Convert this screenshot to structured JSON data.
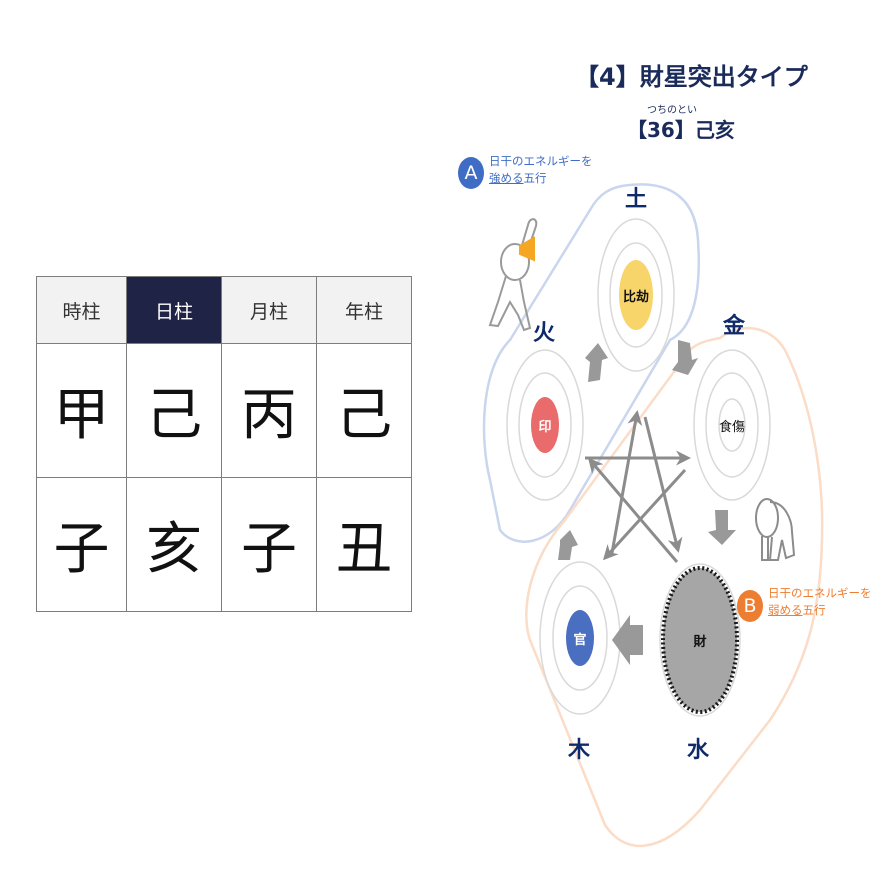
{
  "pillar_table": {
    "headers": [
      {
        "label": "時柱",
        "active": false
      },
      {
        "label": "日柱",
        "active": true
      },
      {
        "label": "月柱",
        "active": false
      },
      {
        "label": "年柱",
        "active": false
      }
    ],
    "stems": [
      "甲",
      "己",
      "丙",
      "己"
    ],
    "branches": [
      "子",
      "亥",
      "子",
      "丑"
    ]
  },
  "diagram": {
    "title": "【4】財星突出タイプ",
    "subtitle_ruby": "つちのとい",
    "subtitle": "【36】己亥",
    "elements": {
      "earth": "土",
      "fire": "火",
      "metal": "金",
      "wood": "木",
      "water": "水"
    },
    "stars": {
      "hikou": {
        "label": "比劫",
        "color": "#f7d56a"
      },
      "in": {
        "label": "印",
        "color": "#e96b6b"
      },
      "shokushou": {
        "label": "食傷",
        "color": "#ffffff"
      },
      "kan": {
        "label": "官",
        "color": "#4a6fc0"
      },
      "zai": {
        "label": "財",
        "color": "#a6a6a6"
      }
    },
    "badge_a": {
      "letter": "A",
      "line1": "日干のエネルギーを",
      "line2_underlined": "強める",
      "line2_rest": "五行",
      "color": "#3f6cc4"
    },
    "badge_b": {
      "letter": "B",
      "line1": "日干のエネルギーを",
      "line2_underlined": "弱める",
      "line2_rest": "五行",
      "color": "#ed7d31"
    },
    "colors": {
      "element_text": "#0e2a6b",
      "blue_loop": "#c9d6ee",
      "orange_loop": "#fbdcc7",
      "arrow": "#8c8c8c",
      "ring": "#d9d9d9",
      "megaphone": "#f5a623"
    }
  }
}
